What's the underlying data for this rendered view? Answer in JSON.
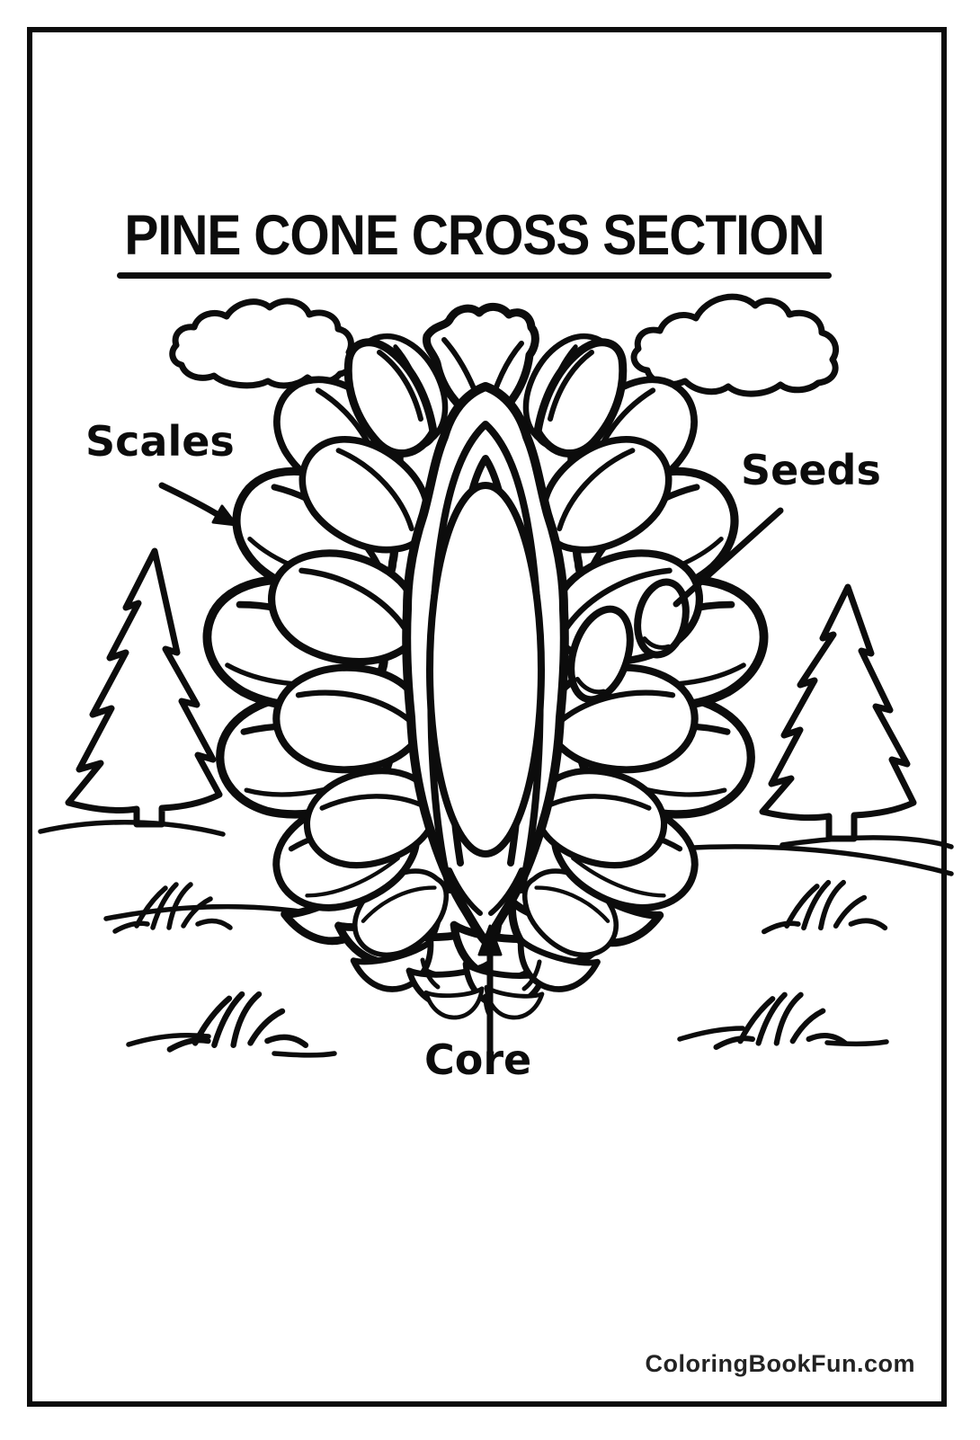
{
  "page": {
    "title": "PINE CONE CROSS SECTION",
    "labels": {
      "scales": "Scales",
      "seeds": "Seeds",
      "core": "Core"
    },
    "watermark": "ColoringBookFun.com",
    "colors": {
      "ink": "#0c0c0c",
      "background": "#ffffff",
      "watermark": "#232323"
    }
  }
}
